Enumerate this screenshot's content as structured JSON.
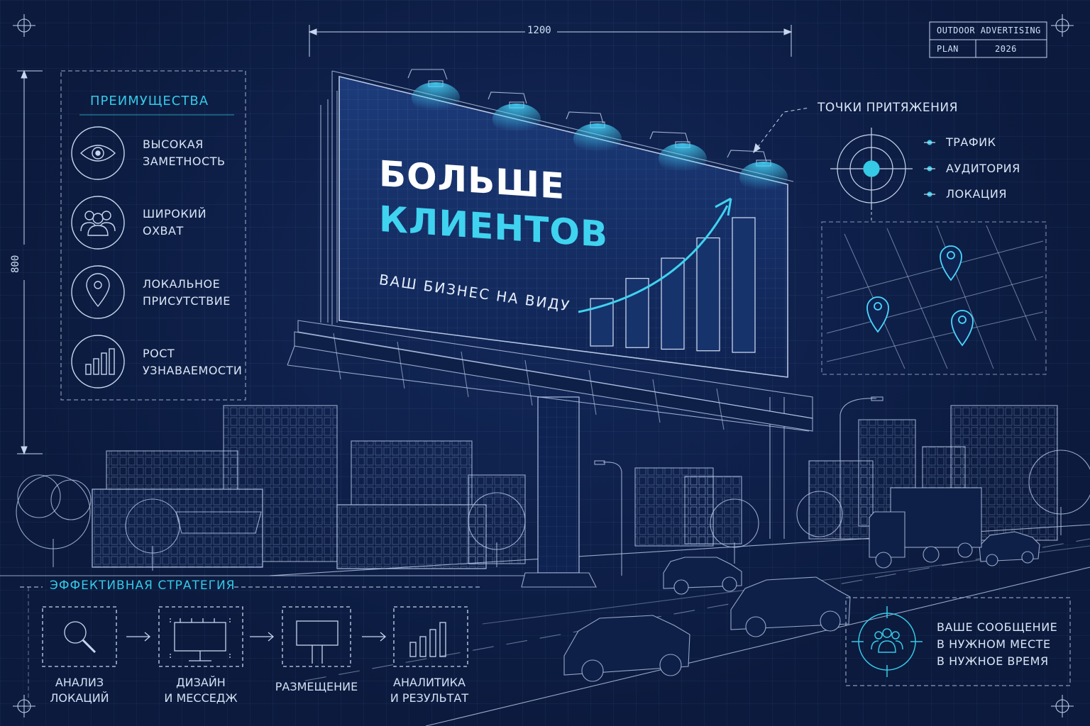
{
  "title_block": {
    "line1": "OUTDOOR ADVERTISING",
    "plan_label": "PLAN",
    "plan_year": "2026"
  },
  "dimensions": {
    "width_label": "1200",
    "height_label": "800"
  },
  "advantages": {
    "heading": "ПРЕИМУЩЕСТВА",
    "items": [
      {
        "icon": "eye-icon",
        "line1": "ВЫСОКАЯ",
        "line2": "ЗАМЕТНОСТЬ"
      },
      {
        "icon": "people-icon",
        "line1": "ШИРОКИЙ",
        "line2": "ОХВАТ"
      },
      {
        "icon": "location-pin-icon",
        "line1": "ЛОКАЛЬНОЕ",
        "line2": "ПРИСУТСТВИЕ"
      },
      {
        "icon": "bar-chart-icon",
        "line1": "РОСТ",
        "line2": "УЗНАВАЕМОСТИ"
      }
    ]
  },
  "billboard": {
    "headline_line1": "БОЛЬШЕ",
    "headline_line2": "КЛИЕНТОВ",
    "tagline": "ВАШ БИЗНЕС НА ВИДУ",
    "growth_bars": [
      1,
      2,
      3,
      4,
      5
    ]
  },
  "attraction": {
    "heading": "ТОЧКИ ПРИТЯЖЕНИЯ",
    "items": [
      "ТРАФИК",
      "АУДИТОРИЯ",
      "ЛОКАЦИЯ"
    ]
  },
  "strategy": {
    "heading": "ЭФФЕКТИВНАЯ СТРАТЕГИЯ",
    "steps": [
      {
        "icon": "magnifier-icon",
        "line1": "АНАЛИЗ",
        "line2": "ЛОКАЦИЙ"
      },
      {
        "icon": "billboard-design-icon",
        "line1": "ДИЗАЙН",
        "line2": "И МЕССЕДЖ"
      },
      {
        "icon": "billboard-icon",
        "line1": "РАЗМЕЩЕНИЕ",
        "line2": ""
      },
      {
        "icon": "bar-chart-icon",
        "line1": "АНАЛИТИКА",
        "line2": "И РЕЗУЛЬТАТ"
      }
    ]
  },
  "message_box": {
    "icon": "audience-target-icon",
    "line1": "ВАШЕ СООБЩЕНИЕ",
    "line2": "В НУЖНОМ МЕСТЕ",
    "line3": "В НУЖНОЕ ВРЕМЯ"
  },
  "colors": {
    "background": "#0c1b3f",
    "accent": "#35c9e6",
    "line": "#c7d6ee",
    "text": "#d9e5f5"
  }
}
